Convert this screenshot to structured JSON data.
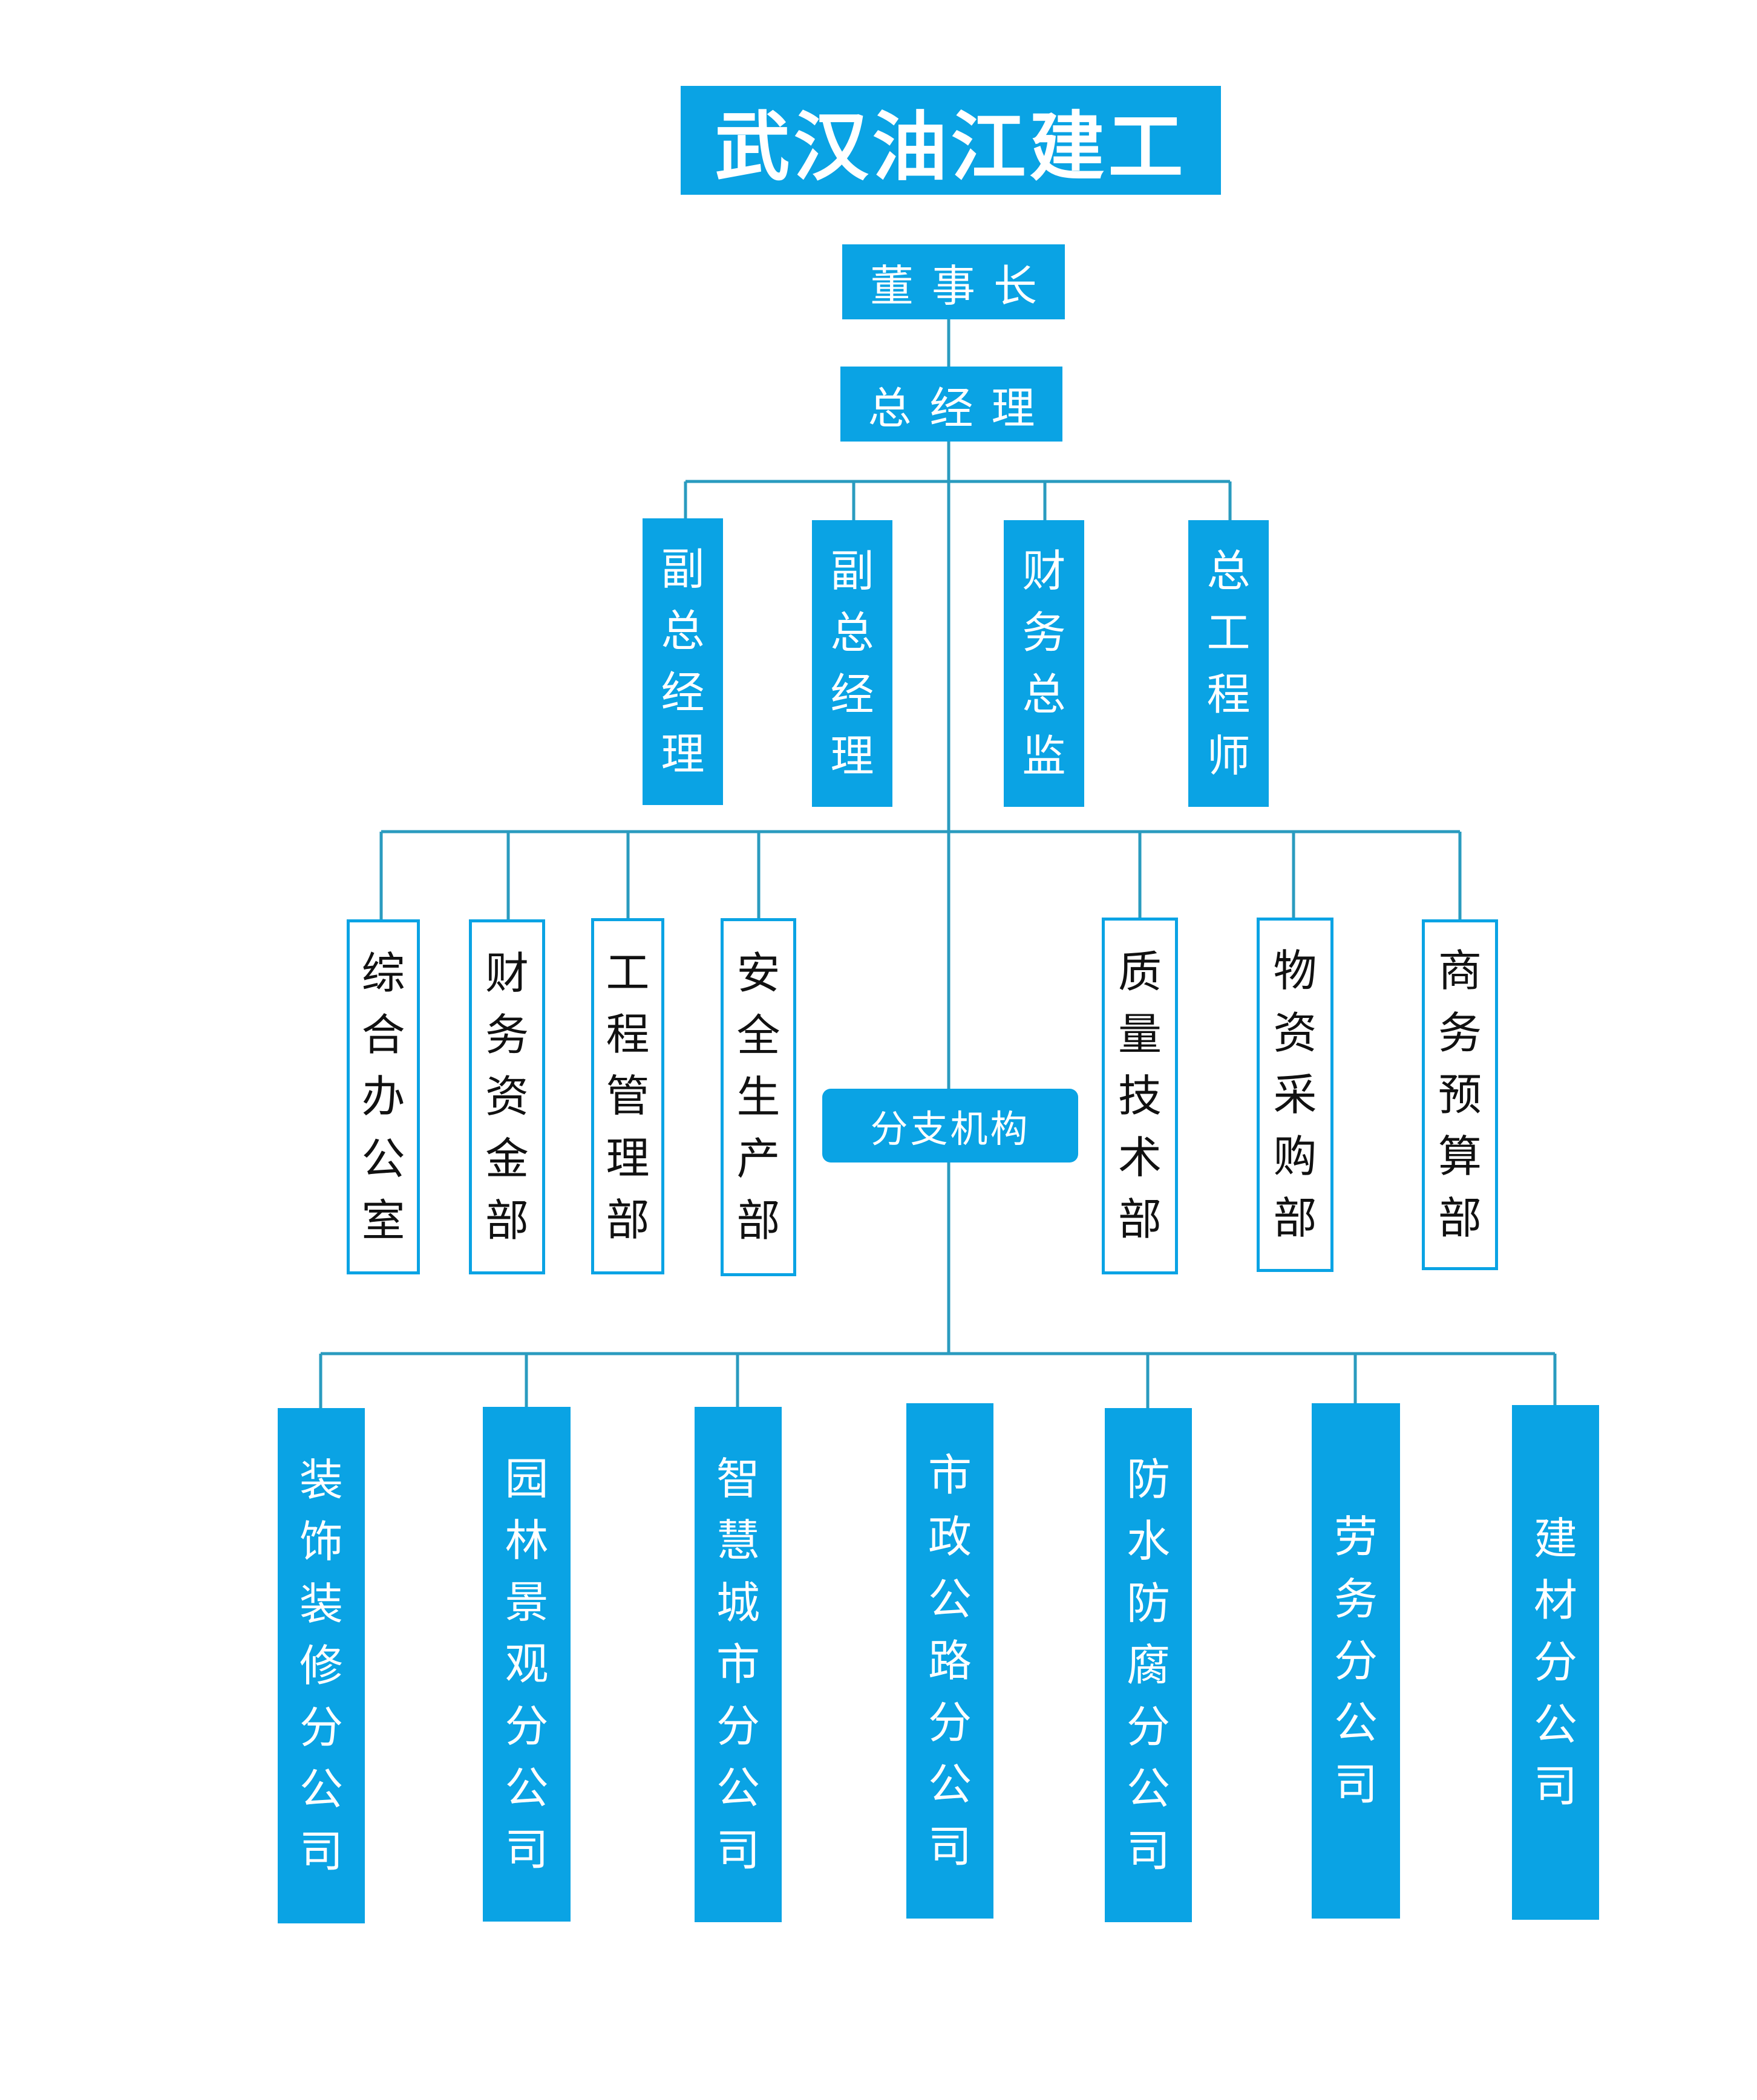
{
  "title": "武汉油江建工",
  "chairman": "董事长",
  "general_manager": "总经理",
  "executives": [
    "副总经理",
    "副总经理",
    "财务总监",
    "总工程师"
  ],
  "departments": [
    "综合办公室",
    "财务资金部",
    "工程管理部",
    "安全生产部",
    "质量技术部",
    "物资采购部",
    "商务预算部"
  ],
  "branch_header": "分支机构",
  "branches": [
    "装饰装修分公司",
    "园林景观分公司",
    "智慧城市分公司",
    "市政公路分公司",
    "防水防腐分公司",
    "劳务分公司",
    "建材分公司"
  ],
  "colors": {
    "primary": "#0aa3e4",
    "line": "#2a9bbf",
    "text_on_primary": "#ffffff",
    "text_on_outline": "#111111"
  }
}
